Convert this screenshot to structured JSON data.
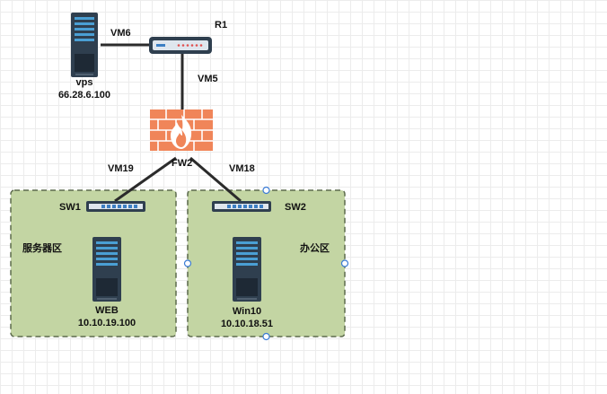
{
  "nodes": {
    "vps": {
      "name": "vps",
      "ip": "66.28.6.100"
    },
    "r1": {
      "name": "R1"
    },
    "fw2": {
      "name": "FW2"
    },
    "sw1": {
      "name": "SW1"
    },
    "sw2": {
      "name": "SW2"
    },
    "web": {
      "name": "WEB",
      "ip": "10.10.19.100"
    },
    "win10": {
      "name": "Win10",
      "ip": "10.10.18.51"
    }
  },
  "zones": {
    "server": {
      "label": "服务器区"
    },
    "office": {
      "label": "办公区"
    }
  },
  "links": {
    "vm6": "VM6",
    "vm5": "VM5",
    "vm19": "VM19",
    "vm18": "VM18"
  },
  "colors": {
    "zone_fill": "#c3d5a3",
    "zone_border": "#5d6b4d",
    "link": "#2b2b2b",
    "firewall": "#f08559",
    "server_body": "#2f3f4f",
    "router_body": "#2f3f4f",
    "router_leds": "#e05050",
    "switch_ports": "#3d7fc4",
    "selection_handle": "#3a7bd5"
  }
}
